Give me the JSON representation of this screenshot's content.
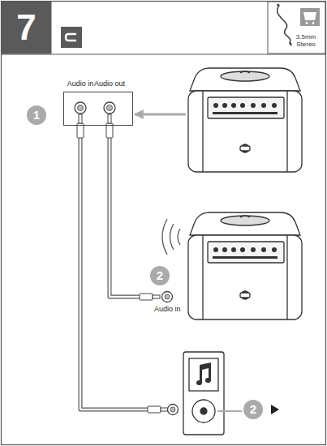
{
  "diagram": {
    "nodes": [
      {
        "text": [
          "7"
        ]
      },
      {
        "text": [
          "3.5mm Stereo"
        ]
      },
      {
        "text": [
          "1"
        ]
      },
      {
        "text": [
          "Audio in",
          "Audio out"
        ]
      },
      {
        "text": [
          "2"
        ]
      },
      {
        "text": [
          "2"
        ]
      }
    ],
    "labels": [
      "Audio in"
    ]
  }
}
